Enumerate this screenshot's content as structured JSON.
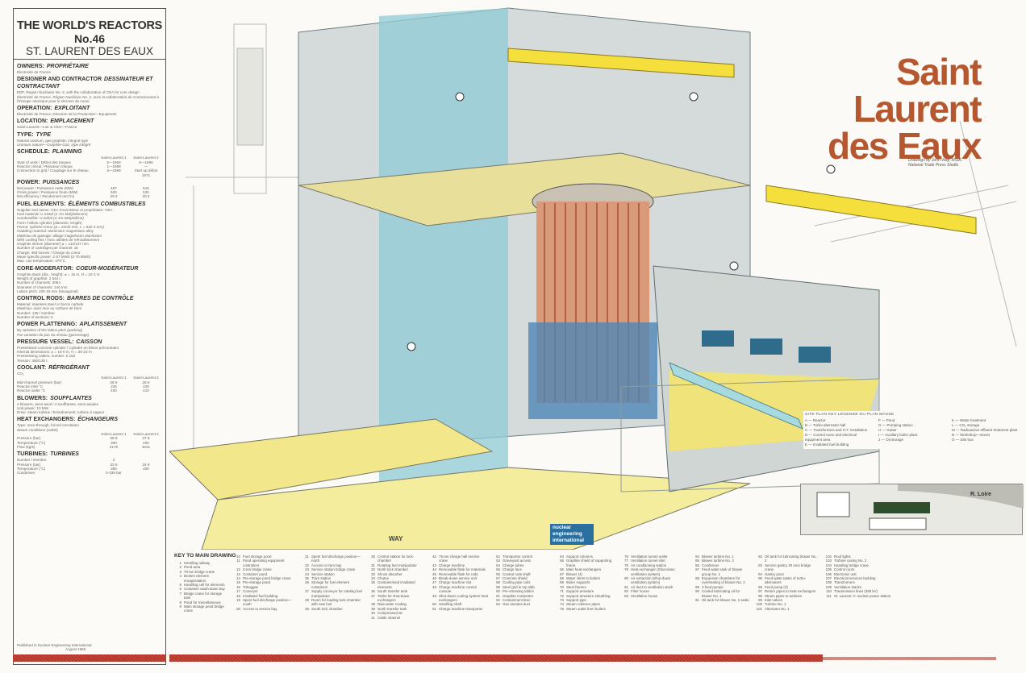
{
  "header": {
    "series": "THE WORLD'S REACTORS",
    "number": "No.46",
    "name": "ST. LAURENT DES EAUX"
  },
  "title": {
    "line1": "Saint Laurent",
    "line2": "des Eaux"
  },
  "credits": {
    "line1": "Drawings by John Way, MSIA,",
    "line2": "National Trade Press Studio"
  },
  "way_label": "WAY",
  "logo": {
    "l1": "nuclear",
    "l2": "engineering",
    "l3": "international"
  },
  "specs": [
    {
      "en": "OWNERS:",
      "fr": "PROPRIÉTAIRE",
      "lines": [
        {
          "t": "Électricité de France"
        }
      ]
    },
    {
      "en": "DESIGNER AND CONTRACTOR",
      "fr": "DESSINATEUR ET CONTRACTANT",
      "lines": [
        {
          "t": "EDF, Region Nucléaire No. 2, with the collaboration of CEA for core design"
        },
        {
          "t": "Électricité de France, Région Nucléaire No. 2, avec la collaboration du Commissariat à l'Énergie Atomique pour le dessein du coeur",
          "fr": true
        }
      ]
    },
    {
      "en": "OPERATION:",
      "fr": "EXPLOITANT",
      "lines": [
        {
          "t": "Électricité de France, Direction de la Production—Equipment"
        }
      ]
    },
    {
      "en": "LOCATION:",
      "fr": "EMPLACEMENT",
      "lines": [
        {
          "t": "Saint-Laurent—Loir & Cher—France"
        }
      ]
    },
    {
      "en": "TYPE:",
      "fr": "TYPE",
      "lines": [
        {
          "t": "Natural uranium, gas-graphite, integral type"
        },
        {
          "t": "Uranium naturel—Graphite-Gaz, type intégré",
          "fr": true
        }
      ]
    },
    {
      "en": "SCHEDULE:",
      "fr": "PLANNING",
      "rows": [
        [
          "",
          "Saint-Laurent 1",
          "Saint-Laurent 2"
        ],
        [
          "Start of work / Début des travaux",
          "5—1963",
          "6—1966"
        ],
        [
          "Reactor critical / Réacteur critique",
          "1—1969",
          "—"
        ],
        [
          "Connection to grid / Couplage sur le réseau",
          "3—1969",
          "Start up début 1971"
        ]
      ]
    },
    {
      "en": "POWER:",
      "fr": "PUISSANCES",
      "rows": [
        [
          "Net power / Puissance nette (MW)",
          "487",
          "515"
        ],
        [
          "Gross power / Puissance brute (MW)",
          "500",
          "530"
        ],
        [
          "Net efficiency / Rendement net (%)",
          "29.3",
          "30.3"
        ]
      ]
    },
    {
      "en": "FUEL ELEMENTS:",
      "fr": "ÉLÉMENTS COMBUSTIBLES",
      "lines": [
        {
          "t": "Supplier and owner: CEA   Fournisseur et propriétaire: CEA"
        },
        {
          "t": "Fuel material: U metal (1·1% Molybdenum)"
        },
        {
          "t": "Combustible: U métal (1·1% Molybdène)",
          "fr": true
        },
        {
          "t": "Form: hollow cylinder (diameter, length)"
        },
        {
          "t": "Forme: cylindre creux (⌀ = 23/43 mm, L = 532·5 mm)",
          "fr": true
        },
        {
          "t": "Cladding material: aluminium magnesium alloy"
        },
        {
          "t": "Matériau de gainage: alliage magnésium aluminium",
          "fr": true
        },
        {
          "t": "With cooling fins / Avec ailettes de refroidissement"
        },
        {
          "t": "Graphite sleeve (diameter) ⌀ = 112/137 mm"
        },
        {
          "t": "Number of cartridges per channel: 15"
        },
        {
          "t": "Charge: 468 tonnes / Charge du coeur"
        },
        {
          "t": "Mean specific power: 2·57 MW/t (2·70 MW/t)"
        },
        {
          "t": "Max. can temperature: 470°C"
        }
      ]
    },
    {
      "en": "CORE-MODERATOR:",
      "fr": "COEUR-MODÉRATEUR",
      "lines": [
        {
          "t": "Graphite stack (dia., height): ⌀ = 15 m, H = 10·2 m"
        },
        {
          "t": "Weight of graphite: 2 544 t"
        },
        {
          "t": "Number of channels: 3064"
        },
        {
          "t": "Diameter of channels: 140 mm"
        },
        {
          "t": "Lattice pitch: 225·15 mm (hexagonal)"
        }
      ]
    },
    {
      "en": "CONTROL RODS:",
      "fr": "BARRES DE CONTRÔLE",
      "lines": [
        {
          "t": "Material: stainless steel or boron carbide"
        },
        {
          "t": "Matériau: acier inox ou carbure de bore",
          "fr": true
        },
        {
          "t": "Number: 135 / Nombre"
        },
        {
          "t": "Number of sections: 6"
        }
      ]
    },
    {
      "en": "POWER FLATTENING:",
      "fr": "APLATISSEMENT",
      "lines": [
        {
          "t": "By variation of the lattice pitch (packing)"
        },
        {
          "t": "Par variation du pas du réseau (garnissage)",
          "fr": true
        }
      ]
    },
    {
      "en": "PRESSURE VESSEL:",
      "fr": "CAISSON",
      "lines": [
        {
          "t": "Prestressed concrete cylinder / Cylindre en béton précontraint"
        },
        {
          "t": "Internal dimensions: ⌀ = 19·0 m, H = 35·23 m"
        },
        {
          "t": "Prestressing cables, number: 5 182"
        },
        {
          "t": "Tension: 350/135 t"
        }
      ]
    },
    {
      "en": "COOLANT:",
      "fr": "RÉFRIGÉRANT",
      "lines": [
        {
          "t": "CO₂"
        }
      ],
      "rows": [
        [
          "",
          "Saint-Laurent 1",
          "Saint-Laurent 2"
        ],
        [
          "Mid-channel pressure (bar)",
          "28·5",
          "29·5"
        ],
        [
          "Reactor inlet °C",
          "225",
          "226"
        ],
        [
          "Reactor outlet °C",
          "400",
          "410"
        ]
      ]
    },
    {
      "en": "BLOWERS:",
      "fr": "SOUFFLANTES",
      "lines": [
        {
          "t": "4 blowers, semi-axial / 4 soufflantes, semi-axiales"
        },
        {
          "t": "Unit power: 10 MW"
        },
        {
          "t": "Drive: steam turbine / Entraînement: turbine à vapeur"
        }
      ]
    },
    {
      "en": "HEAT EXCHANGERS:",
      "fr": "ÉCHANGEURS",
      "lines": [
        {
          "t": "Type: once-through, forced circulation"
        },
        {
          "t": "Steam conditions (outlet)"
        }
      ],
      "rows": [
        [
          "",
          "Saint-Laurent 1",
          "Saint-Laurent 2"
        ],
        [
          "Pressure (bar)",
          "38·6",
          "37·5"
        ],
        [
          "Temperature (°C)",
          "390",
          "400"
        ],
        [
          "Flow (kg/s)",
          "2178",
          "3221"
        ]
      ]
    },
    {
      "en": "TURBINES:",
      "fr": "TURBINES",
      "rows": [
        [
          "Number / Nombre",
          "2",
          ""
        ],
        [
          "Pressure (bar)",
          "33·5",
          "34·8"
        ],
        [
          "Temperature (°C)",
          "380",
          "400"
        ],
        [
          "Condenser",
          "0·039 bar",
          ""
        ]
      ]
    }
  ],
  "left_footer": {
    "note": "Published in Nuclear Engineering International",
    "date": "August 1969"
  },
  "key_title": "KEY TO MAIN DRAWING",
  "key": [
    [
      "1",
      "Handling railway"
    ],
    [
      "2",
      "Pond area"
    ],
    [
      "3",
      "70-ton bridge crane"
    ],
    [
      "4",
      "Broken element encapsulation"
    ],
    [
      "5",
      "Handling cell for elements"
    ],
    [
      "6",
      "Container wash-down bay"
    ],
    [
      "7",
      "Bridge crane for storage tank"
    ],
    [
      "8",
      "Pond for miscellaneous"
    ],
    [
      "9",
      "Main storage pond bridge crane"
    ],
    [
      "10",
      "Fuel storage pond"
    ],
    [
      "11",
      "Pond operating equipment controllers"
    ],
    [
      "12",
      "2-ton bridge crane"
    ],
    [
      "13",
      "Container pond"
    ],
    [
      "14",
      "Pre-storage pond bridge crane"
    ],
    [
      "15",
      "Pre-storage pond"
    ],
    [
      "16",
      "Toboggan"
    ],
    [
      "17",
      "Conveyor"
    ],
    [
      "18",
      "Irradiated fuel building"
    ],
    [
      "19",
      "Spent fuel discharge position—south"
    ],
    [
      "20",
      "Access to service bay"
    ],
    [
      "21",
      "Spent fuel discharge position—north"
    ],
    [
      "22",
      "Access to tram bay"
    ],
    [
      "23",
      "Service station bridge crane"
    ],
    [
      "24",
      "Service station"
    ],
    [
      "25",
      "Tram station"
    ],
    [
      "26",
      "Storage for fuel element containers"
    ],
    [
      "27",
      "Supply conveyor for rotating fuel manipulator"
    ],
    [
      "28",
      "Room for loading lock-chamber with new fuel"
    ],
    [
      "29",
      "South lock chamber"
    ],
    [
      "30",
      "Control station for lock-chamber"
    ],
    [
      "31",
      "Rotating fuel manipulator"
    ],
    [
      "32",
      "North lock chamber"
    ],
    [
      "33",
      "Shock absorber"
    ],
    [
      "34",
      "Chutes"
    ],
    [
      "35",
      "Containerised irradiated elements"
    ],
    [
      "36",
      "South transfer tank"
    ],
    [
      "37",
      "Tanks for shut-down exchangers"
    ],
    [
      "38",
      "Raw water cooling"
    ],
    [
      "39",
      "North transfer tank"
    ],
    [
      "40",
      "Compressed air"
    ],
    [
      "41",
      "Cable channel"
    ],
    [
      "42",
      "75-ton charge hall service crane"
    ],
    [
      "43",
      "Charge machine"
    ],
    [
      "44",
      "Removable flask for materials"
    ],
    [
      "45",
      "Removable flask for rods"
    ],
    [
      "46",
      "Break-down service unit"
    ],
    [
      "47",
      "Charge machine slot"
    ],
    [
      "48",
      "Charge machine control console"
    ],
    [
      "49",
      "Shut-down cooling system heat exchangers"
    ],
    [
      "50",
      "Handling shaft"
    ],
    [
      "51",
      "Charge machine transporter"
    ],
    [
      "52",
      "Transporter control"
    ],
    [
      "53",
      "Graveyard access"
    ],
    [
      "54",
      "Charge tubes"
    ],
    [
      "55",
      "Charge face"
    ],
    [
      "56",
      "Control rods shaft"
    ],
    [
      "57",
      "Concrete shield"
    ],
    [
      "58",
      "Cooling pipe coils"
    ],
    [
      "59",
      "Steel grid in top slab"
    ],
    [
      "60",
      "Pre-stressing tables"
    ],
    [
      "61",
      "Graphite moderator"
    ],
    [
      "62",
      "Containment liner"
    ],
    [
      "63",
      "Gas annulus duct"
    ],
    [
      "64",
      "Support columns"
    ],
    [
      "65",
      "Graphite shield of supporting frame"
    ],
    [
      "66",
      "Main heat exchangers"
    ],
    [
      "67",
      "Blower (4)"
    ],
    [
      "68",
      "Water inlets to boilers"
    ],
    [
      "69",
      "Boiler supports"
    ],
    [
      "70",
      "Steel frames"
    ],
    [
      "71",
      "Support armature"
    ],
    [
      "72",
      "Support armature sheathing"
    ],
    [
      "73",
      "Support pipe"
    ],
    [
      "74",
      "Steam collector pipes"
    ],
    [
      "75",
      "Steam outlet from boilers"
    ],
    [
      "76",
      "Ventilation tunnel outlet"
    ],
    [
      "77",
      "Ventilation tunnel inlet"
    ],
    [
      "78",
      "Air conditioning station"
    ],
    [
      "79",
      "Heat exchanger (Shut-down ventilation system)"
    ],
    [
      "80",
      "Air extraction (Shut-down ventilation system)"
    ],
    [
      "81",
      "Air duct to ventilation stack"
    ],
    [
      "82",
      "Filter house"
    ],
    [
      "83",
      "Ventilation house"
    ],
    [
      "84",
      "Blower turbine No. 1"
    ],
    [
      "85",
      "Blower turbine No. 2"
    ],
    [
      "86",
      "Condenser"
    ],
    [
      "87",
      "Feed water tank of blower group No. 1"
    ],
    [
      "88",
      "Expansion chambers for overheating of blower No. 1"
    ],
    [
      "89",
      "3 feed pumps"
    ],
    [
      "90",
      "Cooled lubricating oil for blower No. 1"
    ],
    [
      "91",
      "Oil tank for blower No. 2 seals"
    ],
    [
      "92",
      "Oil tank for lubricating blower No. 2"
    ],
    [
      "93",
      "Service gantry 30 tons bridge crane"
    ],
    [
      "94",
      "Gantry pivot"
    ],
    [
      "95",
      "Feed water tanks of turbo-alternators"
    ],
    [
      "96",
      "Feed pump (3)"
    ],
    [
      "97",
      "Return pipes to heat exchangers"
    ],
    [
      "98",
      "Steam pipes to turbines"
    ],
    [
      "99",
      "Inlet valves"
    ],
    [
      "100",
      "Turbine No. 1"
    ],
    [
      "101",
      "Alternator No. 1"
    ],
    [
      "102",
      "Roof lights"
    ],
    [
      "103",
      "Turbine casing No. 2"
    ],
    [
      "104",
      "Handling bridge crane"
    ],
    [
      "105",
      "Control room"
    ],
    [
      "106",
      "Electronic unit"
    ],
    [
      "107",
      "Electrical services building"
    ],
    [
      "108",
      "Transformers"
    ],
    [
      "109",
      "Ventilation stacks"
    ],
    [
      "110",
      "Transmission lines (380 kV)"
    ],
    [
      "111",
      "St. Laurent 'A' nuclear power station"
    ]
  ],
  "site_key": {
    "title": "SITE PLAN KEY    LÉGENDE DU PLAN MASSE",
    "river": "R. Loire",
    "items": [
      [
        "A",
        "Reactor"
      ],
      [
        "B",
        "Turbo-alternator hall"
      ],
      [
        "C",
        "Transformers and H.T. installation"
      ],
      [
        "D",
        "Control room and electrical equipment area"
      ],
      [
        "E",
        "Irradiated fuel building"
      ],
      [
        "F",
        "Pond"
      ],
      [
        "G",
        "Pumping station"
      ],
      [
        "H",
        "Gutter"
      ],
      [
        "I",
        "Auxiliary boiler plant"
      ],
      [
        "J",
        "Oil storage"
      ],
      [
        "K",
        "Water treatment"
      ],
      [
        "L",
        "CO₂ storage"
      ],
      [
        "M",
        "Radioactive effluent treatment plant"
      ],
      [
        "N",
        "Workshop—stores"
      ],
      [
        "O",
        "Site bus"
      ]
    ]
  },
  "colors": {
    "title": "#b5572f",
    "bar": "#b8352a",
    "steel": "#8fa4a8",
    "cyan": "#7fc7d6",
    "yellow": "#f3e56a",
    "core": "#d9866b"
  }
}
